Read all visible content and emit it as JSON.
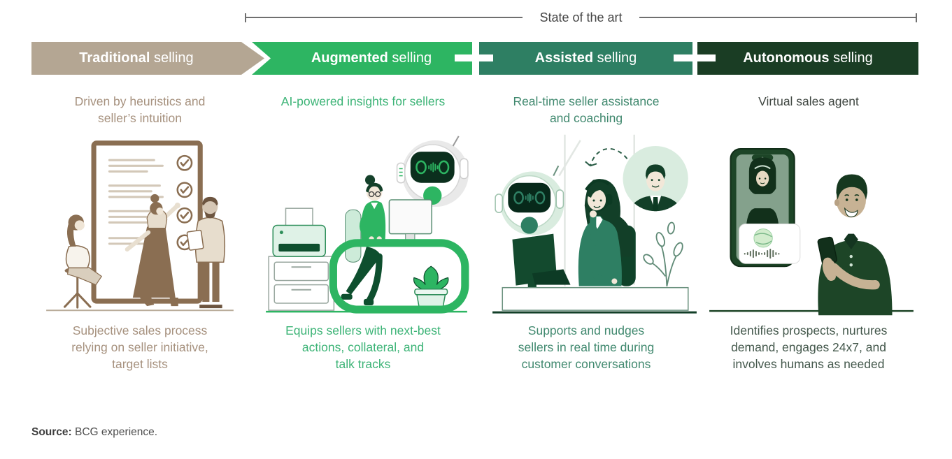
{
  "bracket": {
    "label": "State of the art"
  },
  "stages": [
    {
      "key": "traditional",
      "title_bold": "Traditional",
      "title_rest": " selling",
      "subtitle": "Driven by heuristics and\nseller’s intuition",
      "caption": "Subjective sales process\nrelying on seller initiative,\ntarget lists",
      "bar_color": "#b4a693",
      "text_color": "#a6917e",
      "illustration": "salespeople-reviewing-checklist-board"
    },
    {
      "key": "augmented",
      "title_bold": "Augmented",
      "title_rest": " selling",
      "subtitle": "AI-powered insights for sellers",
      "caption": "Equips sellers with next-best\nactions, collateral, and\ntalk tracks",
      "bar_color": "#2db562",
      "text_color": "#3db477",
      "illustration": "seller-at-desk-with-ai-robot"
    },
    {
      "key": "assisted",
      "title_bold": "Assisted",
      "title_rest": " selling",
      "subtitle": "Real-time seller assistance\nand coaching",
      "caption": "Supports and nudges\nsellers in real time during\ncustomer conversations",
      "bar_color": "#2e7f63",
      "text_color": "#41896f",
      "illustration": "seller-with-headset-ai-coach-and-customer"
    },
    {
      "key": "autonomous",
      "title_bold": "Autonomous",
      "title_rest": " selling",
      "subtitle": "Virtual sales agent",
      "caption": "Identifies prospects, nurtures\ndemand, engages 24x7, and\ninvolves humans as needed",
      "bar_color": "#1a3d24",
      "text_color": "#44584c",
      "illustration": "virtual-agent-phone-and-customer"
    }
  ],
  "source": {
    "bold": "Source:",
    "rest": " BCG experience."
  }
}
